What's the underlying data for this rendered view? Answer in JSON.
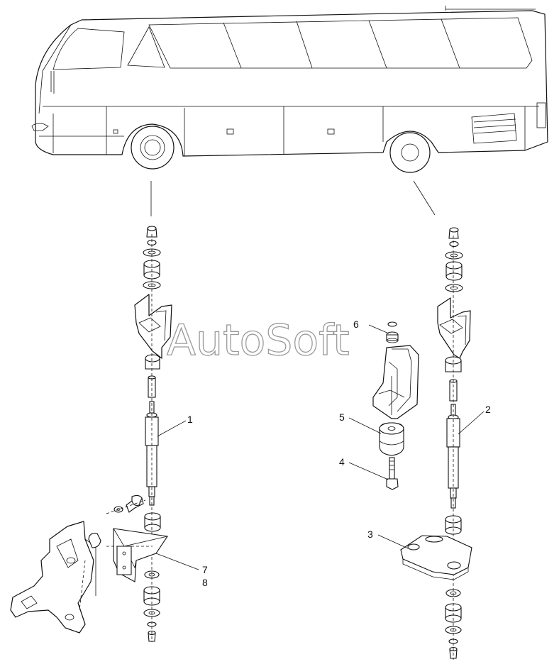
{
  "watermark": "AutoSoft",
  "callouts": [
    {
      "id": "1",
      "text": "1"
    },
    {
      "id": "2",
      "text": "2"
    },
    {
      "id": "3",
      "text": "3"
    },
    {
      "id": "4",
      "text": "4"
    },
    {
      "id": "5",
      "text": "5"
    },
    {
      "id": "6",
      "text": "6"
    },
    {
      "id": "7",
      "text": "7"
    },
    {
      "id": "8",
      "text": "8"
    }
  ],
  "icons": {
    "bus": "bus-side-view-icon",
    "front_shock_stack": "front-shock-absorber-assembly-icon",
    "rear_shock_stack": "rear-shock-absorber-assembly-icon",
    "front_bracket": "axle-bracket-icon",
    "rubber_mount": "rubber-mount-icon",
    "bolt": "bolt-icon",
    "nut": "nut-icon",
    "plate": "mounting-plate-icon"
  }
}
